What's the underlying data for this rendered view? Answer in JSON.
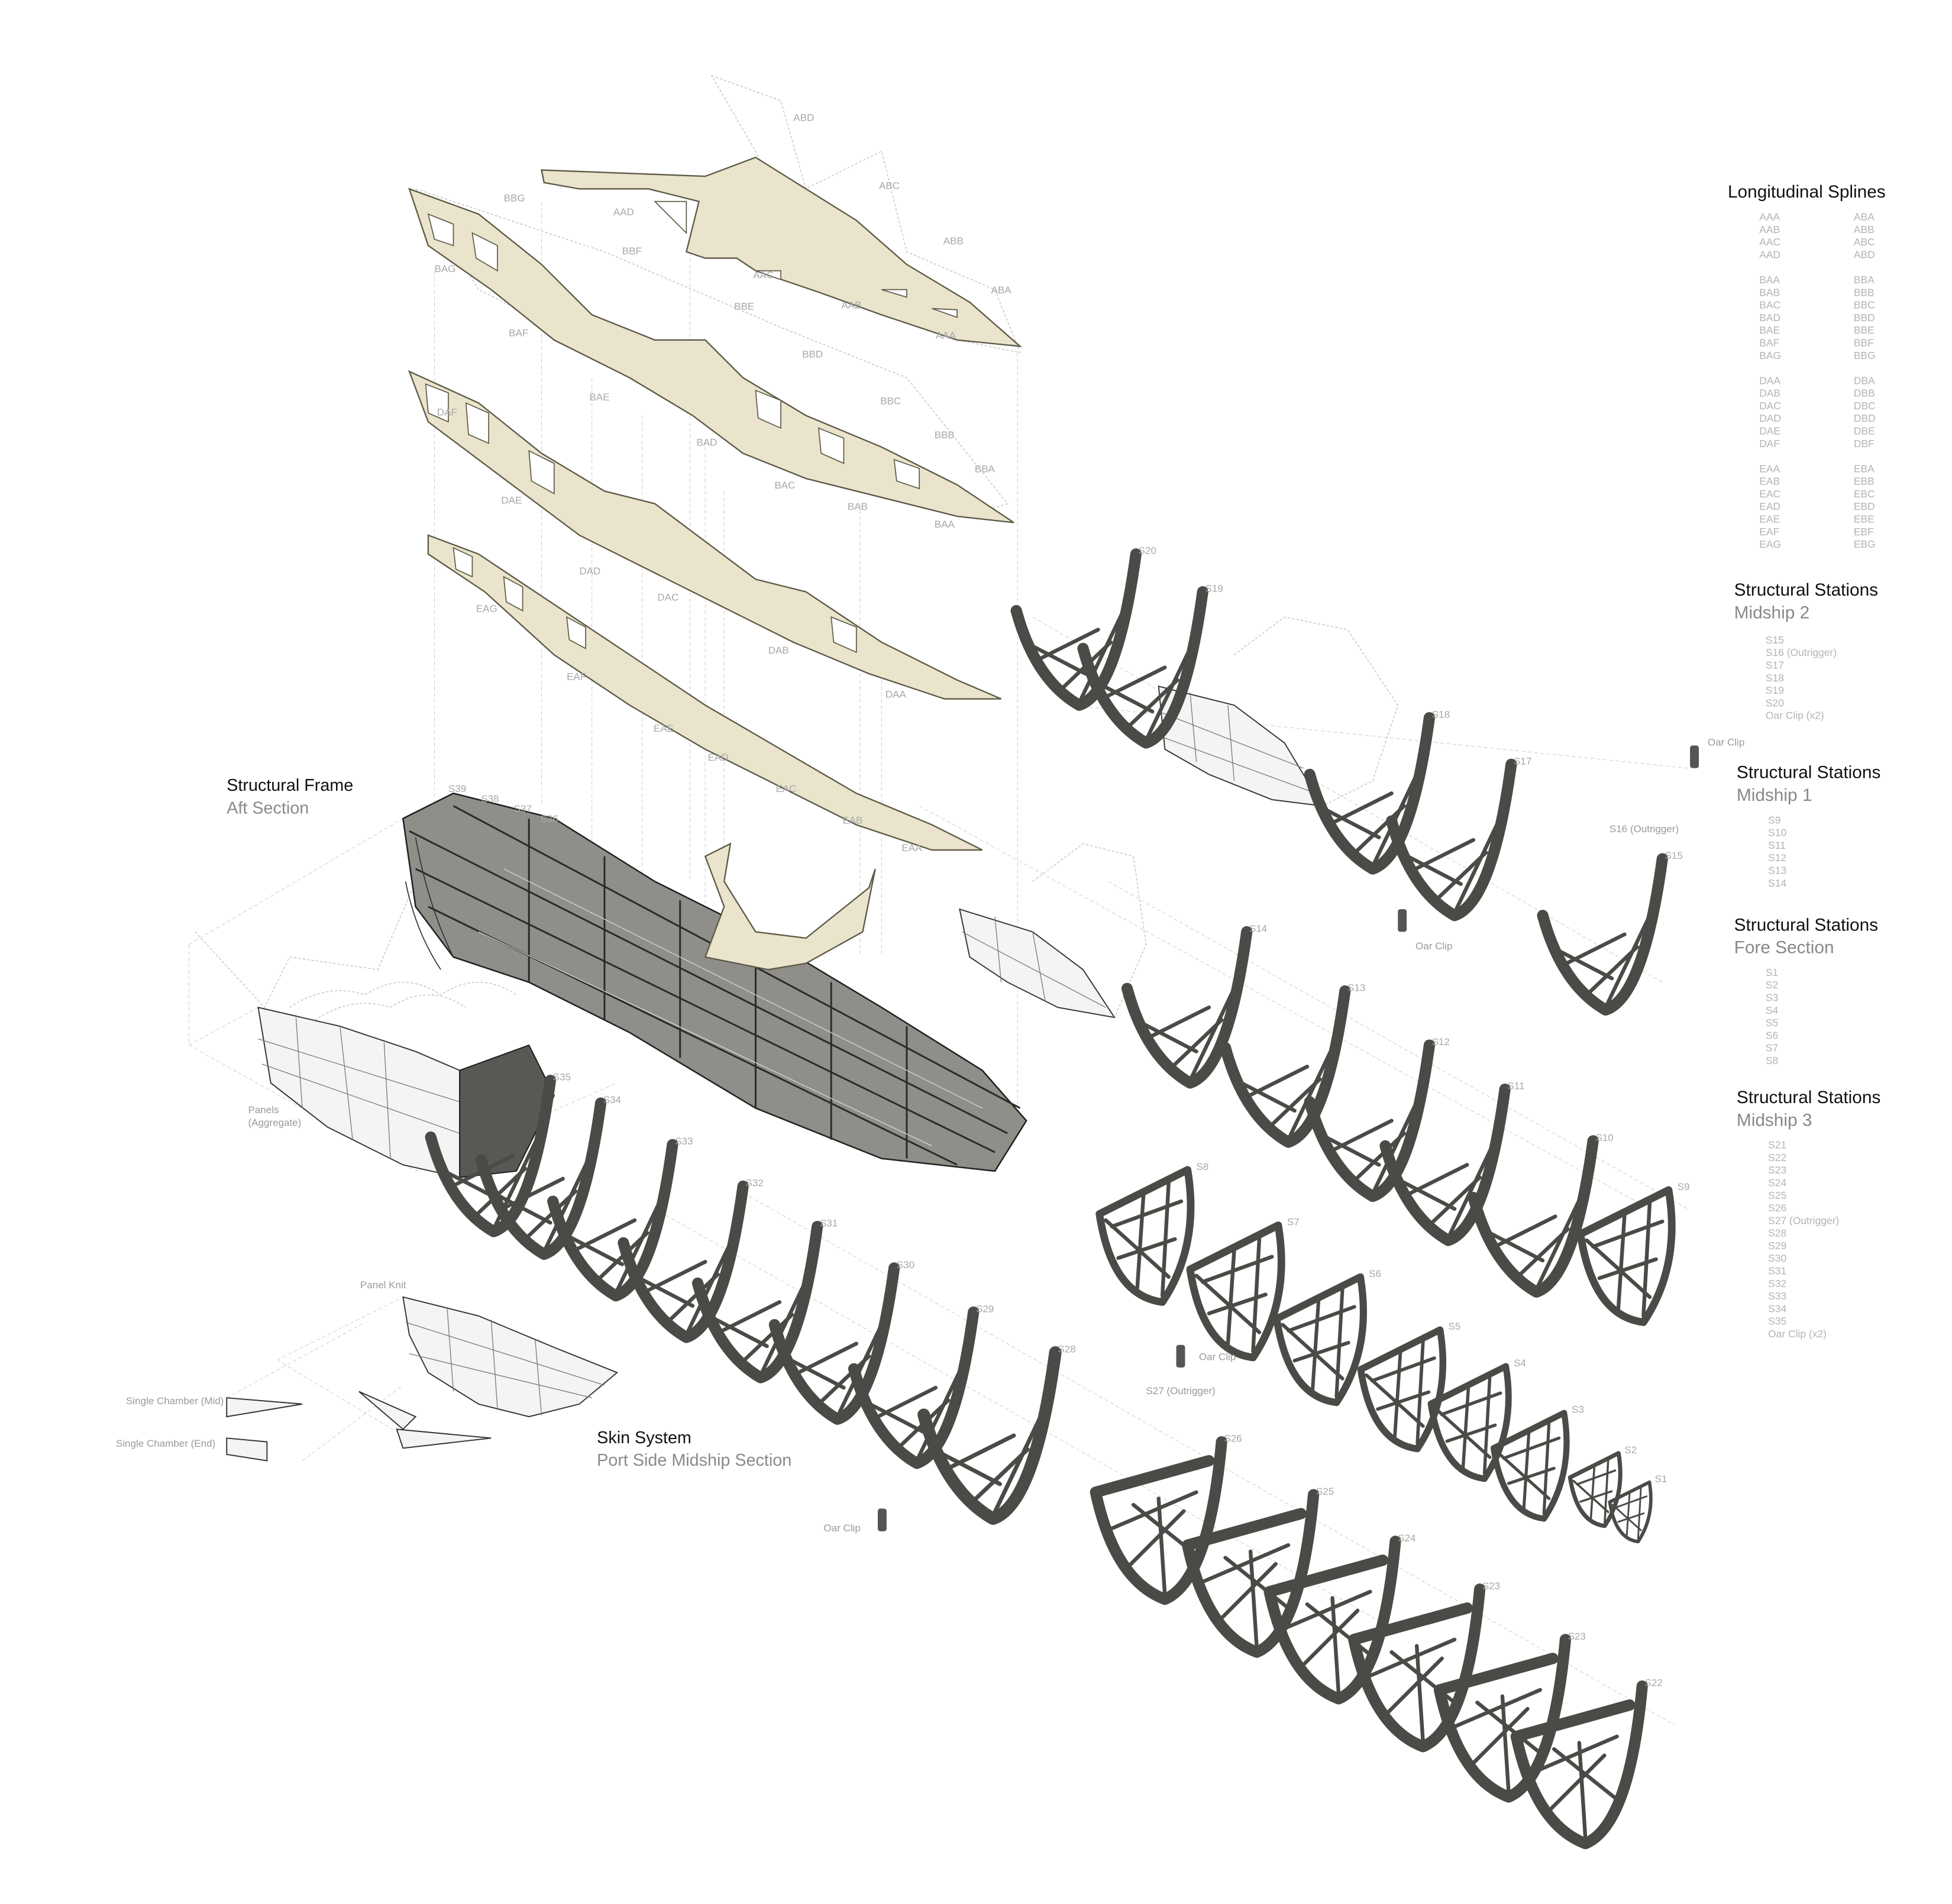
{
  "colors": {
    "spline_fill": "#e9e4cb",
    "station_frame": "#4b4a46",
    "label_gray": "#a8a8a8",
    "title_black": "#111111",
    "subtitle_gray": "#888888"
  },
  "legend": {
    "splines": {
      "title": "Longitudinal Splines",
      "col1": [
        [
          "AAA",
          "AAB",
          "AAC",
          "AAD"
        ],
        [
          "BAA",
          "BAB",
          "BAC",
          "BAD",
          "BAE",
          "BAF",
          "BAG"
        ],
        [
          "DAA",
          "DAB",
          "DAC",
          "DAD",
          "DAE",
          "DAF"
        ],
        [
          "EAA",
          "EAB",
          "EAC",
          "EAD",
          "EAE",
          "EAF",
          "EAG"
        ]
      ],
      "col2": [
        [
          "ABA",
          "ABB",
          "ABC",
          "ABD"
        ],
        [
          "BBA",
          "BBB",
          "BBC",
          "BBD",
          "BBE",
          "BBF",
          "BBG"
        ],
        [
          "DBA",
          "DBB",
          "DBC",
          "DBD",
          "DBE",
          "DBF"
        ],
        [
          "EBA",
          "EBB",
          "EBC",
          "EBD",
          "EBE",
          "EBF",
          "EBG"
        ]
      ]
    },
    "stations": [
      {
        "title": "Structural Stations",
        "subtitle": "Midship 2",
        "items": [
          "S15",
          "S16 (Outrigger)",
          "S17",
          "S18",
          "S19",
          "S20",
          "Oar Clip (x2)"
        ]
      },
      {
        "title": "Structural Stations",
        "subtitle": "Midship 1",
        "items": [
          "S9",
          "S10",
          "S11",
          "S12",
          "S13",
          "S14"
        ]
      },
      {
        "title": "Structural Stations",
        "subtitle": "Fore Section",
        "items": [
          "S1",
          "S2",
          "S3",
          "S4",
          "S5",
          "S6",
          "S7",
          "S8"
        ]
      },
      {
        "title": "Structural Stations",
        "subtitle": "Midship 3",
        "items": [
          "S21",
          "S22",
          "S23",
          "S24",
          "S25",
          "S26",
          "S27 (Outrigger)",
          "S28",
          "S29",
          "S30",
          "S31",
          "S32",
          "S33",
          "S34",
          "S35",
          "Oar Clip (x2)"
        ]
      }
    ]
  },
  "annotations": {
    "structural_frame": {
      "title": "Structural Frame",
      "subtitle": "Aft Section"
    },
    "skin_system": {
      "title": "Skin System",
      "subtitle": "Port Side Midship Section"
    },
    "panels": "Panels",
    "panels_sub": "(Aggregate)",
    "panel_knit": "Panel Knit",
    "single_chamber_mid": "Single Chamber (Mid)",
    "single_chamber_end": "Single Chamber (End)",
    "oar_clips": [
      "Oar Clip",
      "Oar Clip",
      "Oar Clip",
      "Oar Clip"
    ],
    "s27_outrigger": "S27 (Outrigger)",
    "s16_outrigger": "S16 (Outrigger)"
  },
  "station_labels": [
    "S20",
    "S19",
    "S18",
    "S17",
    "S15",
    "S14",
    "S13",
    "S12",
    "S11",
    "S10",
    "S9",
    "S8",
    "S7",
    "S6",
    "S5",
    "S4",
    "S3",
    "S2",
    "S1",
    "S39",
    "S38",
    "S37",
    "S36",
    "S35",
    "S34",
    "S33",
    "S32",
    "S31",
    "S30",
    "S29",
    "S28",
    "S26",
    "S25",
    "S24",
    "S23",
    "S23",
    "S22"
  ],
  "spline_labels": [
    "ABD",
    "ABC",
    "ABB",
    "ABA",
    "AAA",
    "AAB",
    "AAC",
    "AAD",
    "BBG",
    "BBF",
    "BBE",
    "BBD",
    "BBC",
    "BBB",
    "BBA",
    "BAA",
    "BAB",
    "BAC",
    "BAD",
    "BAE",
    "BAF",
    "BAG",
    "DAF",
    "DAE",
    "DAD",
    "DAC",
    "DAB",
    "DAA",
    "EAG",
    "EAF",
    "EAE",
    "EAD",
    "EAC",
    "EAB",
    "EAA"
  ]
}
